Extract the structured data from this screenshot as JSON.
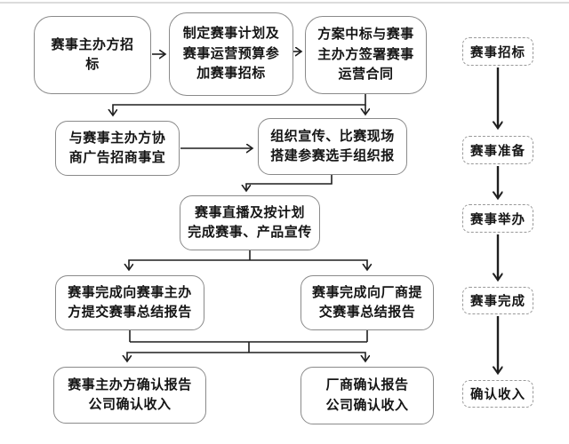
{
  "colors": {
    "background": "#ffffff",
    "connector_line": "#1f1f1f",
    "flow_box_border": "#8a8a8a",
    "stage_box_border": "#999999",
    "text": "#151515"
  },
  "main_flow": {
    "nodes": [
      {
        "id": "organizer-bidding",
        "label": "赛事主办方招\n标"
      },
      {
        "id": "plan-budget-bid",
        "label": "制定赛事计划及\n赛事运营预算参\n加赛事招标"
      },
      {
        "id": "win-bid-sign-contract",
        "label": "方案中标与赛事\n主办方签署赛事\n运营合同"
      },
      {
        "id": "negotiate-sponsorship",
        "label": "与赛事主办方协\n商广告招商事宜"
      },
      {
        "id": "organize-publicity",
        "label": "组织宣传、比赛现场\n搭建参赛选手组织报"
      },
      {
        "id": "live-broadcast",
        "label": "赛事直播及按计划\n完成赛事、产品宣传"
      },
      {
        "id": "report-to-organizer",
        "label": "赛事完成向赛事主办\n方提交赛事总结报告"
      },
      {
        "id": "report-to-vendor",
        "label": "赛事完成向厂商提\n交赛事总结报告"
      },
      {
        "id": "organizer-confirm",
        "label": "赛事主办方确认报告\n公司确认收入"
      },
      {
        "id": "vendor-confirm",
        "label": "厂商确认报告\n公司确认收入"
      }
    ]
  },
  "phase_sidebar": {
    "stages": [
      {
        "id": "stage-bidding",
        "label": "赛事招标"
      },
      {
        "id": "stage-preparation",
        "label": "赛事准备"
      },
      {
        "id": "stage-holding",
        "label": "赛事举办"
      },
      {
        "id": "stage-completion",
        "label": "赛事完成"
      },
      {
        "id": "stage-revenue",
        "label": "确认收入"
      }
    ]
  }
}
